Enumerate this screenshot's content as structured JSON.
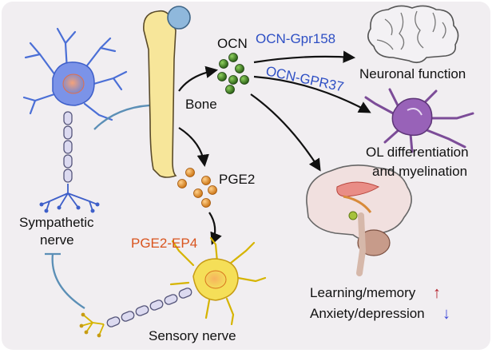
{
  "labels": {
    "ocn": "OCN",
    "bone": "Bone",
    "pge2": "PGE2",
    "pge2_ep4": "PGE2-EP4",
    "ocn_gpr158": "OCN-Gpr158",
    "ocn_gpr37": "OCN-GPR37",
    "neuronal_function": "Neuronal function",
    "ol_line1": "OL differentiation",
    "ol_line2": "and myelination",
    "sympathetic_line1": "Sympathetic",
    "sympathetic_line2": "nerve",
    "sensory_nerve": "Sensory nerve",
    "learning_memory": "Learning/memory",
    "anxiety_depression": "Anxiety/depression",
    "up_arrow": "↑",
    "down_arrow": "↓"
  },
  "colors": {
    "background": "#f1eef1",
    "receptor_text": "#2e4fc4",
    "ep4_text": "#d9541e",
    "inhibition_line": "#5b8fb6",
    "up_arrow": "#b41f2a",
    "down_arrow": "#3c46d8",
    "ocn_dots": "#2f6b1e",
    "pge2_dots": "#e08a1c",
    "bone_fill": "#f7e69a"
  },
  "icons": [
    "bone-icon",
    "brain-icon",
    "oligodendrocyte-icon",
    "brain-sagittal-icon",
    "sympathetic-neuron-icon",
    "sensory-neuron-icon"
  ]
}
